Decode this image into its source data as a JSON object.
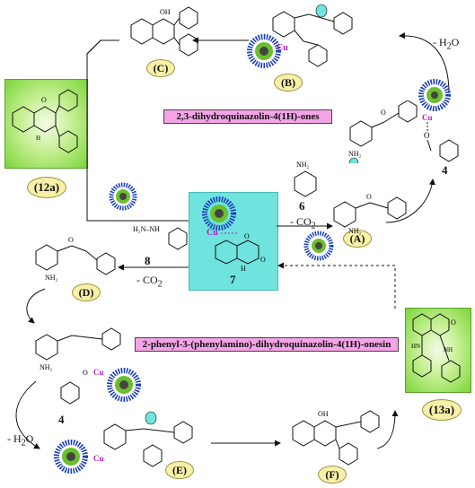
{
  "banners": {
    "top": "2,3-dihydroquinazolin-4(1H)-ones",
    "bottom": "2-phenyl-3-(phenylamino)-dihydroquinazolin-4(1H)-onesin"
  },
  "compound_labels": {
    "product_top": "12a",
    "product_bottom": "13a",
    "A": "A",
    "B": "B",
    "C": "C",
    "D": "D",
    "E": "E",
    "F": "F"
  },
  "numbers": {
    "isatoic_anhydride": "7",
    "aniline": "6",
    "aldehyde_top": "4",
    "phenylhydrazine": "8",
    "aldehyde_bottom": "4"
  },
  "conditions": {
    "water_loss_top": "- H2O",
    "co2_loss_top": "- CO2",
    "co2_loss_left": "- CO2",
    "water_loss_bottom": "- H2O"
  },
  "catalyst_label": "Cu",
  "colors": {
    "banner": "#f3a3e6",
    "green_panel": "#7bd53a",
    "teal_panel": "#6fe3dd",
    "label_oval": "#f7f0a8",
    "copper": "#b41cc2"
  }
}
